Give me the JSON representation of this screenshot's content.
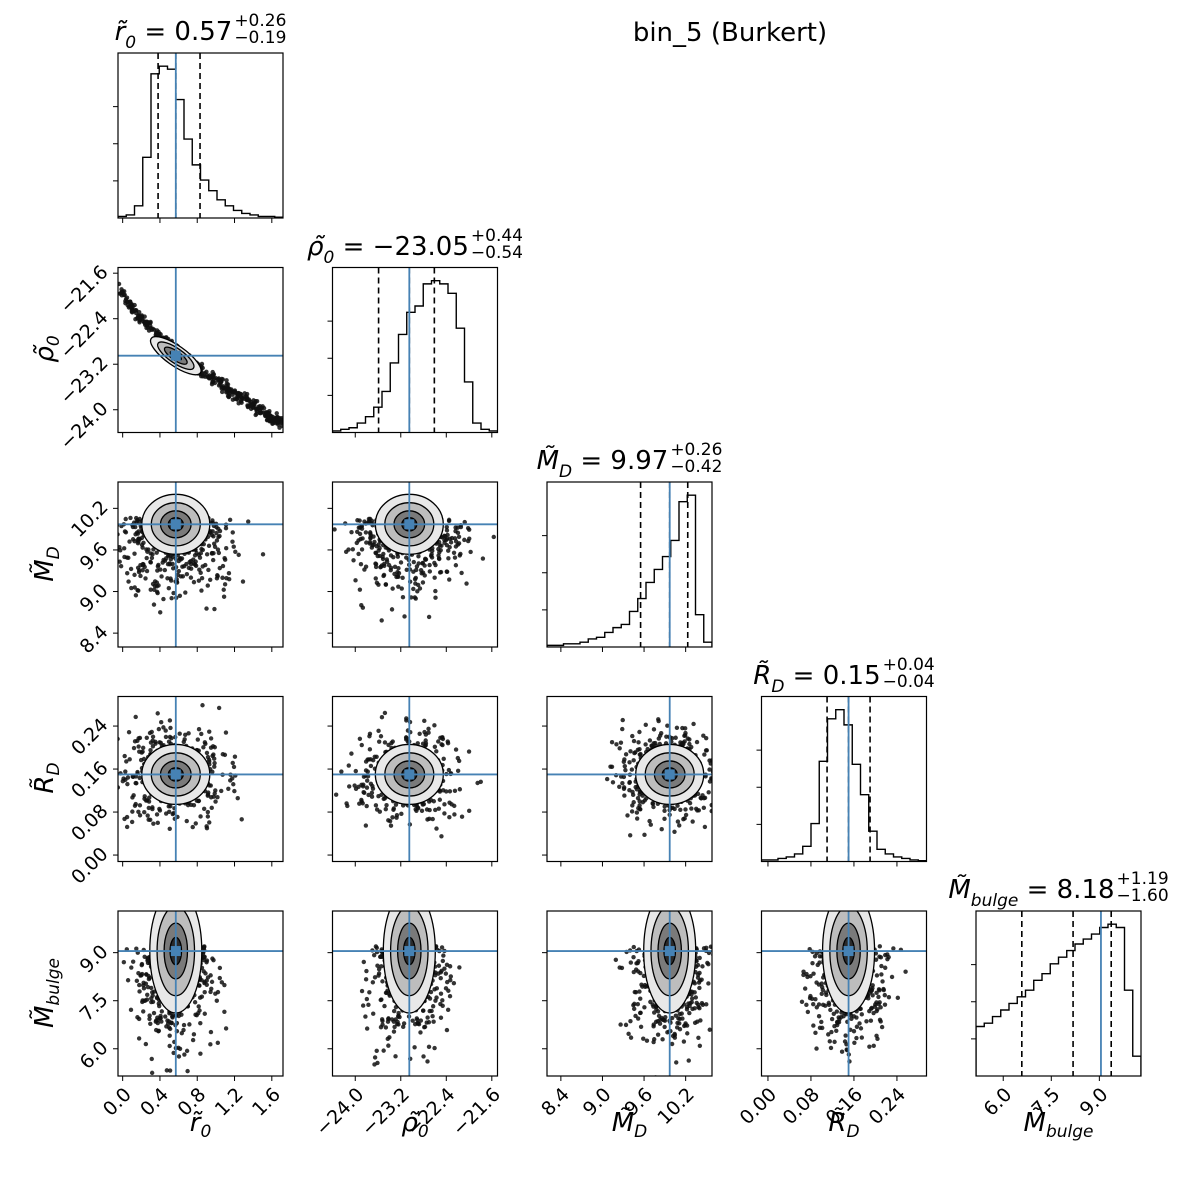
{
  "figure": {
    "title": "bin_5  (Burkert)",
    "params": [
      {
        "name": "r0",
        "sym": "r̃",
        "sub": "0",
        "value": "0.57",
        "plus": "+0.26",
        "minus": "−0.19"
      },
      {
        "name": "rho0",
        "sym": "ρ̃",
        "sub": "0",
        "value": "−23.05",
        "plus": "+0.44",
        "minus": "−0.54"
      },
      {
        "name": "MD",
        "sym": "M̃",
        "sub": "D",
        "value": "9.97",
        "plus": "+0.26",
        "minus": "−0.42"
      },
      {
        "name": "RD",
        "sym": "R̃",
        "sub": "D",
        "value": "0.15",
        "plus": "+0.04",
        "minus": "−0.04"
      },
      {
        "name": "Mbulge",
        "sym": "M̃",
        "sub": "bulge",
        "value": "8.18",
        "plus": "+1.19",
        "minus": "−1.60"
      }
    ],
    "colors": {
      "truth": "#4682b4",
      "ink": "#000000"
    }
  },
  "chart_data": {
    "type": "corner",
    "parameters": [
      "r0",
      "rho0",
      "MD",
      "RD",
      "Mbulge"
    ],
    "ranges": [
      [
        -0.05,
        1.72
      ],
      [
        -24.4,
        -21.5
      ],
      [
        8.2,
        10.58
      ],
      [
        -0.012,
        0.295
      ],
      [
        5.15,
        10.3
      ]
    ],
    "ticks": [
      [
        "0.0",
        "0.4",
        "0.8",
        "1.2",
        "1.6"
      ],
      [
        "−24.0",
        "−23.2",
        "−22.4",
        "−21.6"
      ],
      [
        "8.4",
        "9.0",
        "9.6",
        "10.2"
      ],
      [
        "0.00",
        "0.08",
        "0.16",
        "0.24"
      ],
      [
        "6.0",
        "7.5",
        "9.0"
      ]
    ],
    "tick_values": [
      [
        0,
        0.4,
        0.8,
        1.2,
        1.6
      ],
      [
        -24.0,
        -23.2,
        -22.4,
        -21.6
      ],
      [
        8.4,
        9.0,
        9.6,
        10.2
      ],
      [
        0,
        0.08,
        0.16,
        0.24
      ],
      [
        6.0,
        7.5,
        9.0
      ]
    ],
    "truth": [
      0.57,
      -23.05,
      9.97,
      0.15,
      9.05
    ],
    "quantiles": [
      [
        0.38,
        0.57,
        0.83
      ],
      [
        -23.59,
        -23.05,
        -22.61
      ],
      [
        9.55,
        9.97,
        10.23
      ],
      [
        0.11,
        0.15,
        0.19
      ],
      [
        6.58,
        8.18,
        9.37
      ]
    ],
    "histograms": [
      [
        1,
        2,
        8,
        40,
        95,
        100,
        98,
        78,
        52,
        35,
        25,
        18,
        12,
        8,
        5,
        3,
        2,
        1,
        1,
        0.5
      ],
      [
        1,
        2,
        3,
        6,
        10,
        16,
        26,
        44,
        62,
        76,
        80,
        94,
        96,
        94,
        88,
        66,
        32,
        6,
        2,
        1
      ],
      [
        1,
        1,
        2,
        2,
        3,
        5,
        6,
        9,
        12,
        14,
        22,
        30,
        40,
        48,
        56,
        66,
        90,
        94,
        20,
        3
      ],
      [
        1,
        1,
        2,
        3,
        5,
        10,
        25,
        66,
        94,
        100,
        90,
        64,
        44,
        20,
        8,
        5,
        3,
        2,
        1,
        0.5
      ],
      [
        30,
        32,
        36,
        40,
        44,
        48,
        52,
        58,
        62,
        68,
        72,
        76,
        80,
        83,
        86,
        90,
        92,
        90,
        52,
        12
      ]
    ]
  }
}
